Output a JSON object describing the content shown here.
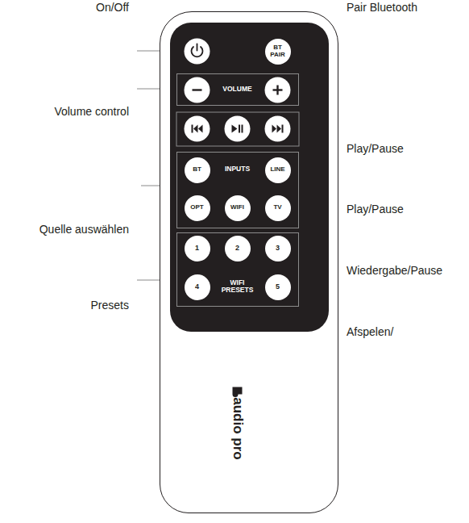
{
  "diagram": {
    "nodes": [
      {
        "text": [
          "audio pro"
        ]
      },
      {
        "text": [
          "BT PAIR"
        ],
        "in": 0
      },
      {
        "text": [
          "VOLUME"
        ],
        "in": 0
      },
      {
        "text": [
          "INPUTS"
        ],
        "in": 0
      },
      {
        "text": [
          "BT"
        ],
        "in": 3
      },
      {
        "text": [
          "LINE"
        ],
        "in": 3
      },
      {
        "text": [
          "OPT"
        ],
        "in": 3
      },
      {
        "text": [
          "WIFI"
        ],
        "in": 3
      },
      {
        "text": [
          "TV"
        ],
        "in": 3
      },
      {
        "text": [
          "WIFI PRESETS"
        ],
        "in": 0
      },
      {
        "text": [
          "1"
        ],
        "in": 9
      },
      {
        "text": [
          "2"
        ],
        "in": 9
      },
      {
        "text": [
          "3"
        ],
        "in": 9
      },
      {
        "text": [
          "4"
        ],
        "in": 9
      },
      {
        "text": [
          "5"
        ],
        "in": 9
      }
    ],
    "labels": [
      "On/Off",
      "Pair Bluetooth",
      "Volume control",
      "Play/Pause",
      "Play/Pause",
      "Wiedergabe/Pause",
      "Afspelen/",
      "Quelle auswählen",
      "Presets"
    ]
  }
}
